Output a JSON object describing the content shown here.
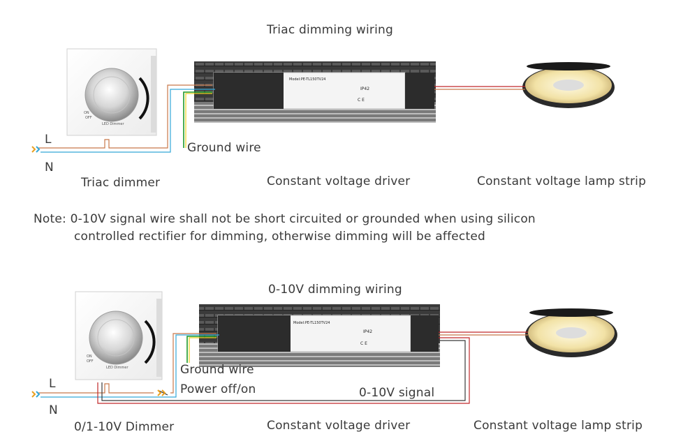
{
  "top": {
    "title": "Triac dimming wiring",
    "label_L": "L",
    "label_N": "N",
    "ground_wire": "Ground wire",
    "dimmer_caption": "Triac dimmer",
    "driver_caption": "Constant voltage driver",
    "strip_caption": "Constant voltage lamp strip"
  },
  "note": {
    "line1": "Note: 0-10V signal wire shall not be short circuited or grounded when using silicon",
    "line2": "controlled rectifier for dimming, otherwise dimming will be affected"
  },
  "bottom": {
    "title": "0-10V dimming wiring",
    "label_L": "L",
    "label_N": "N",
    "ground_wire": "Ground wire",
    "power_switch": "Power  off/on",
    "signal": "0-10V signal",
    "dimmer_caption": "0/1-10V Dimmer",
    "driver_caption": "Constant voltage driver",
    "strip_caption": "Constant voltage lamp strip"
  },
  "device": {
    "dimmer_on": "ON",
    "dimmer_off": "OFF",
    "dimmer_brand": "LED Dimmer",
    "driver_model": "Model:PE-TL150TV24",
    "driver_ip": "IP42"
  },
  "colors": {
    "text": "#3a3a3a",
    "wire_brown": "#c8784a",
    "wire_red": "#c0282a",
    "wire_blue": "#33a8d8",
    "wire_green": "#1e9a2a",
    "wire_yellow": "#e8d020",
    "strip_glow": "#f6eab8"
  }
}
